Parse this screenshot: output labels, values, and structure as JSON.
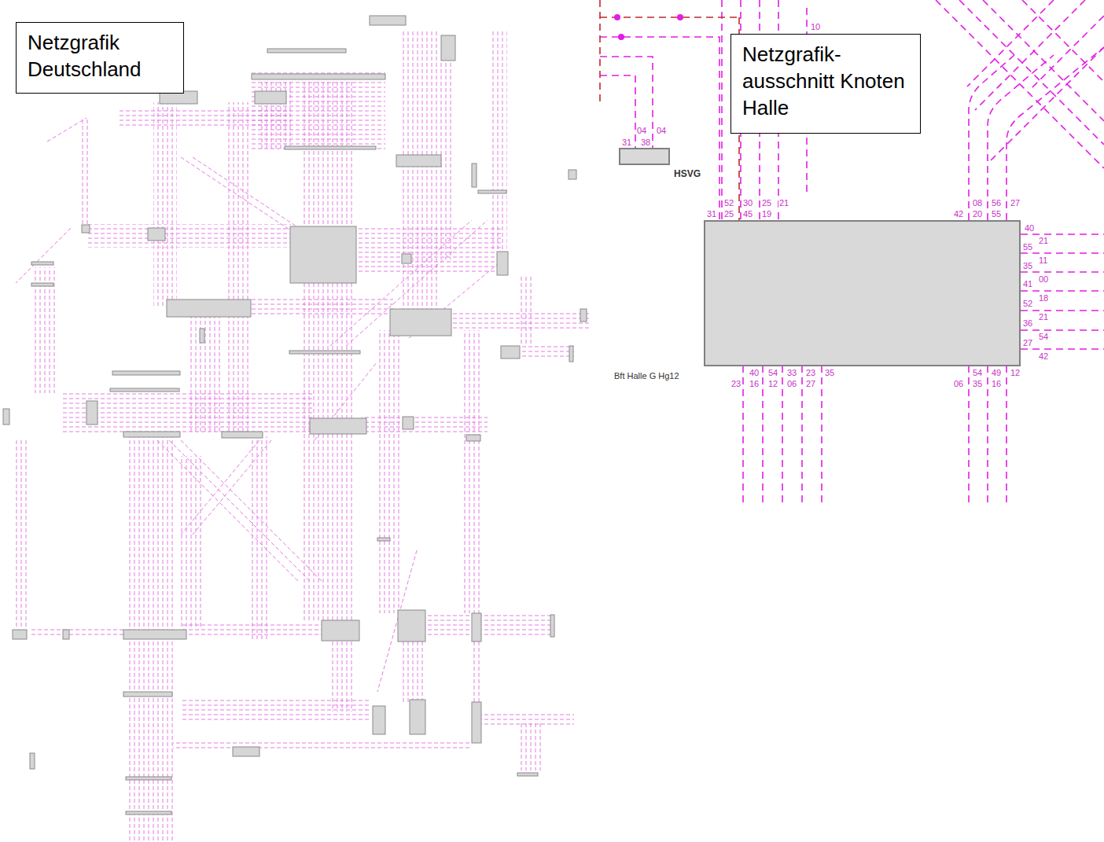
{
  "diagram": {
    "nodes": [
      {
        "text": [
          "Netzgrafik Deutschland"
        ]
      },
      {
        "text": [
          "Netzgrafik- ausschnitt Knoten Halle"
        ]
      },
      {
        "text": [
          "HSVG"
        ]
      },
      {
        "text": [
          "Bft Halle G Hg12"
        ]
      }
    ],
    "labels": [
      "10",
      "04",
      "04",
      "31",
      "38",
      "52",
      "30",
      "25",
      "21",
      "31",
      "25",
      "45",
      "19",
      "08",
      "56",
      "27",
      "42",
      "20",
      "55",
      "40",
      "55",
      "21",
      "35",
      "11",
      "41",
      "00",
      "52",
      "18",
      "36",
      "21",
      "27",
      "54",
      "42",
      "40",
      "54",
      "33",
      "23",
      "35",
      "23",
      "16",
      "12",
      "06",
      "27",
      "54",
      "49",
      "12",
      "06",
      "35",
      "16"
    ]
  }
}
